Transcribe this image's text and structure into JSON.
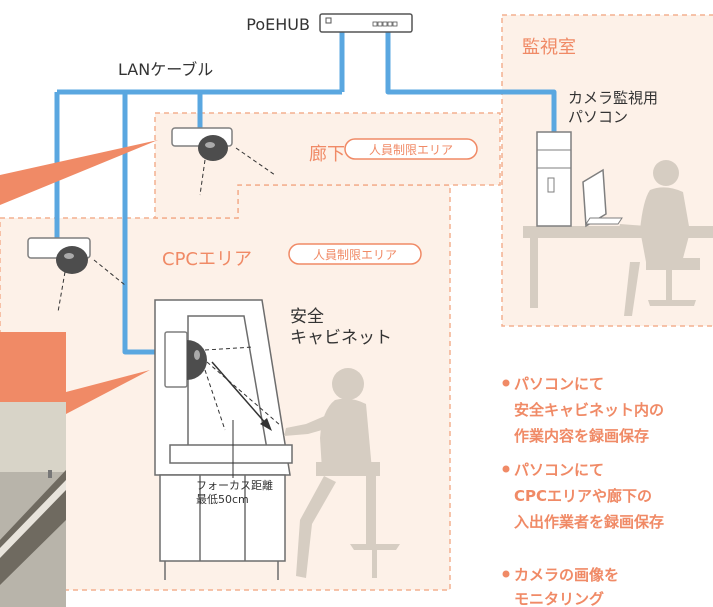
{
  "hub": {
    "label": "PoEHUB"
  },
  "cable": {
    "label": "LANケーブル"
  },
  "monitor_room": {
    "title": "監視室",
    "pc_label_line1": "カメラ監視用",
    "pc_label_line2": "パソコン"
  },
  "corridor": {
    "title": "廊下",
    "badge": "人員制限エリア"
  },
  "cpc_area": {
    "title": "CPCエリア",
    "badge": "人員制限エリア"
  },
  "cabinet": {
    "label_line1": "安全",
    "label_line2": "キャビネット",
    "focus_line1": "フォーカス距離",
    "focus_line2": "最低50cm"
  },
  "features": [
    {
      "line1": "パソコンにて",
      "line2": "安全キャビネット内の",
      "line3": "作業内容を録画保存"
    },
    {
      "line1": "パソコンにて",
      "line2": "CPCエリアや廊下の",
      "line3": "入出作業者を録画保存"
    },
    {
      "line1": "カメラの画像を",
      "line2": "モニタリング"
    }
  ],
  "colors": {
    "cable": "#5aa7e0",
    "accent": "#f08a66",
    "area_fill": "#fdf1e8",
    "area_border": "#f4b08f",
    "silhouette": "#d6cdc2"
  }
}
